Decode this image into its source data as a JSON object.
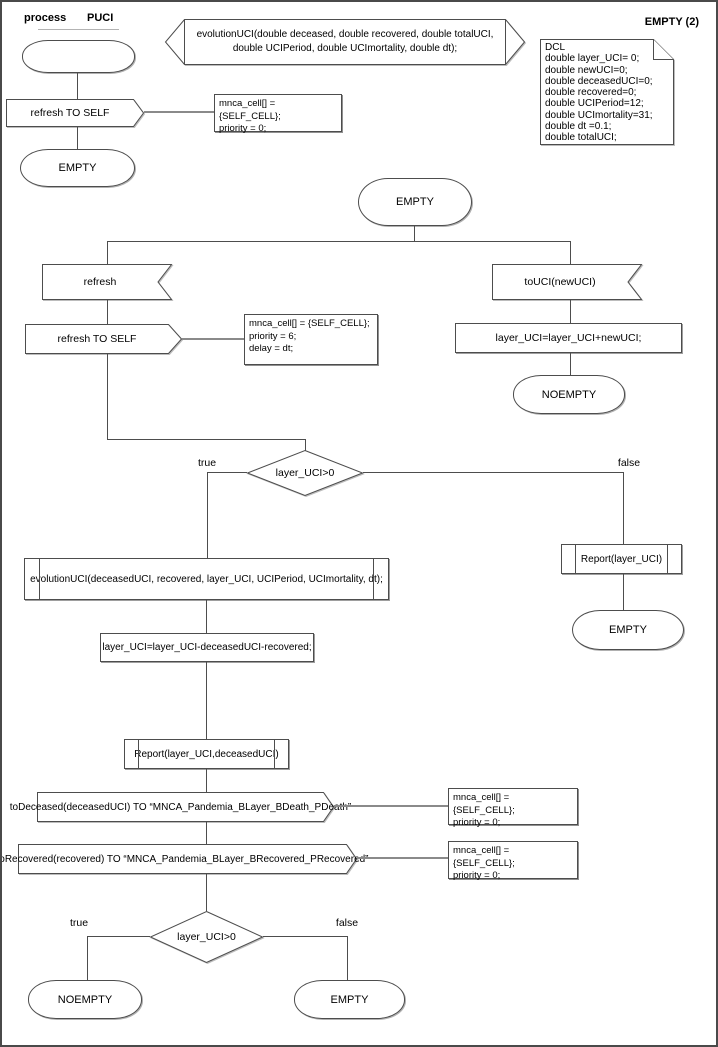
{
  "header": {
    "kind_label": "process",
    "process_name": "PUCI",
    "page_label": "EMPTY (2)"
  },
  "signature_box": {
    "line1": "evolutionUCI(double deceased, double recovered, double totalUCI,",
    "line2": "double UCIPeriod, double UCImortality, double dt);"
  },
  "dcl_note": {
    "lines": [
      "DCL",
      "double layer_UCI= 0;",
      "double newUCI=0;",
      "double deceasedUCI=0;",
      "double recovered=0;",
      "double UCIPeriod=12;",
      "double UCImortality=31;",
      "double dt =0.1;",
      "double totalUCI;"
    ]
  },
  "start_flow": {
    "output_label": "refresh TO SELF",
    "comment_lines": [
      "mnca_cell[] = {SELF_CELL};",
      "priority = 0;"
    ],
    "state_label": "EMPTY"
  },
  "empty_page": {
    "state_label": "EMPTY",
    "input_refresh_label": "refresh",
    "output_refresh_label": "refresh TO SELF",
    "refresh_comment_lines": [
      "mnca_cell[] = {SELF_CELL};",
      "priority = 6;",
      "delay = dt;"
    ],
    "input_touci_label": "toUCI(newUCI)",
    "task_add_label": "layer_UCI=layer_UCI+newUCI;",
    "state_noempty_label": "NOEMPTY",
    "decision_top": {
      "condition": "layer_UCI>0",
      "true_label": "true",
      "false_label": "false"
    },
    "false_branch": {
      "procedure_label": "Report(layer_UCI)",
      "state_label": "EMPTY"
    },
    "true_branch": {
      "procedure_evolution_label": "evolutionUCI(deceasedUCI, recovered, layer_UCI, UCIPeriod, UCImortality, dt);",
      "task_sub_label": "layer_UCI=layer_UCI-deceasedUCI-recovered;",
      "procedure_report_label": "Report(layer_UCI,deceasedUCI)",
      "output_deceased_label": "toDeceased(deceasedUCI) TO “MNCA_Pandemia_BLayer_BDeath_PDeath”",
      "deceased_comment_lines": [
        "mnca_cell[] = {SELF_CELL};",
        "priority = 0;"
      ],
      "output_recovered_label": "toRecovered(recovered) TO “MNCA_Pandemia_BLayer_BRecovered_PRecovered”",
      "recovered_comment_lines": [
        "mnca_cell[] = {SELF_CELL};",
        "priority = 0;"
      ],
      "decision_bottom": {
        "condition": "layer_UCI>0",
        "true_label": "true",
        "false_label": "false"
      },
      "state_true_label": "NOEMPTY",
      "state_false_label": "EMPTY"
    }
  },
  "colors": {
    "line": "#4d4d4d",
    "comment_connector": "#8a8a8a",
    "background": "#ffffff",
    "text": "#000000"
  }
}
